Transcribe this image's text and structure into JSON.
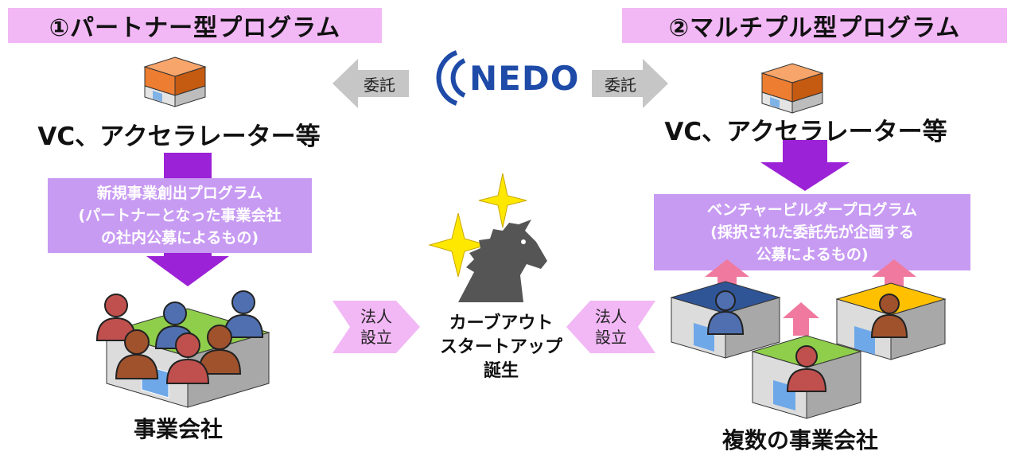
{
  "left": {
    "banner": "①パートナー型プログラム",
    "vc_label": "VC、アクセラレーター等",
    "program_lines": [
      "新規事業創出プログラム",
      "(パートナーとなった事業会社",
      "の社内公募によるもの)"
    ],
    "company_label": "事業会社",
    "commission_label": "委託",
    "establish_label": [
      "法人",
      "設立"
    ]
  },
  "right": {
    "banner": "②マルチプル型プログラム",
    "vc_label": "VC、アクセラレーター等",
    "program_lines": [
      "ベンチャービルダープログラム",
      "(採択された委託先が企画する",
      "公募によるもの)"
    ],
    "company_label": "複数の事業会社",
    "commission_label": "委託",
    "establish_label": [
      "法人",
      "設立"
    ]
  },
  "center": {
    "logo_text": "NEDO",
    "result_lines": [
      "カーブアウト",
      "スタートアップ",
      "誕生"
    ]
  },
  "colors": {
    "banner_bg": "#f2b7f5",
    "program_box": "#c89bf3",
    "down_arrow": "#9b22d6",
    "pink_arrow": "#f2b7f5",
    "gray_arrow": "#c6c6c6",
    "up_arrow": "#f07a9f",
    "building_roof": "#ed7d31",
    "nedo_blue": "#1e4aa8",
    "sparkle": "#ffe800"
  }
}
